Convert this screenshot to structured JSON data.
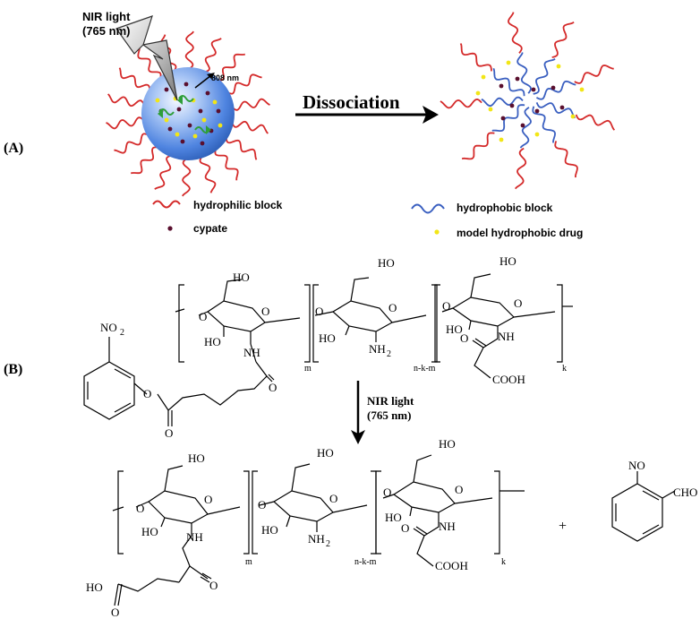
{
  "panel_a": {
    "label": "(A)",
    "nir_label_line1": "NIR light",
    "nir_label_line2": "(765 nm)",
    "emission_label": "808 nm",
    "arrow_label": "Dissociation",
    "legend": {
      "hydrophilic": "hydrophilic block",
      "cypate": "cypate",
      "hydrophobic": "hydrophobic block",
      "drug": "model hydrophobic drug"
    }
  },
  "panel_b": {
    "label": "(B)",
    "arrow_line1": "NIR light",
    "arrow_line2": "(765 nm)",
    "plus": "+",
    "top": {
      "ho": "HO",
      "no2_main": "NO",
      "no2_sub": "2",
      "nh2_main": "NH",
      "nh2_sub": "2",
      "nh": "NH",
      "cooh": "COOH",
      "o": "O",
      "m": "m",
      "nkm": "n-k-m",
      "k": "k"
    },
    "bottom": {
      "ho": "HO",
      "nh2_main": "NH",
      "nh2_sub": "2",
      "nh": "NH",
      "cooh": "COOH",
      "o": "O",
      "m": "m",
      "nkm": "n-k-m",
      "k": "k",
      "no": "NO",
      "cho": "CHO"
    }
  },
  "colors": {
    "hydrophilic": "#d42a2a",
    "hydrophobic": "#3a5fc0",
    "cypate": "#5a0f2e",
    "drug": "#f2e616",
    "sphere": "#5a8ee6"
  }
}
